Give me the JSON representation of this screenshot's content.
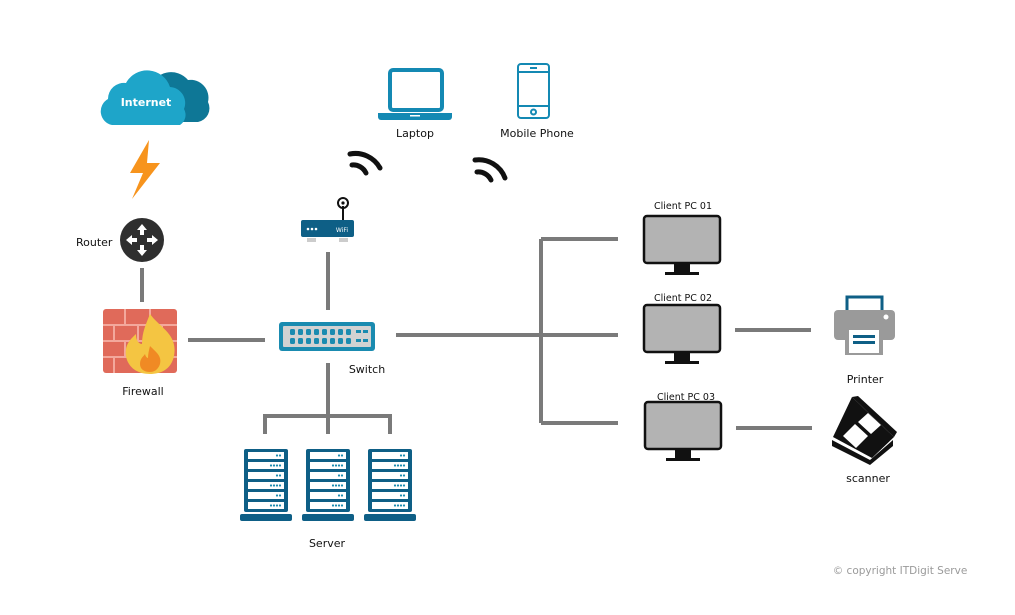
{
  "nodes": {
    "internet": "Internet",
    "router": "Router",
    "firewall": "Firewall",
    "switch": "Switch",
    "wifi": "WiFi",
    "server": "Server",
    "laptop": "Laptop",
    "mobile": "Mobile Phone",
    "client1": "Client PC 01",
    "client2": "Client PC 02",
    "client3": "Client PC 03",
    "printer": "Printer",
    "scanner": "scanner"
  },
  "copyright": "© copyright ITDigit Serve",
  "colors": {
    "link": "#7a7a7a",
    "cloud_light": "#1ea5c9",
    "cloud_dark": "#0e7796",
    "device_blue": "#0e5f86",
    "switch_blue": "#1a8bb0",
    "lightning": "#f7941d",
    "brick": "#e06a5a",
    "flame": "#f4c542",
    "monitor_screen": "#b3b3b3"
  }
}
